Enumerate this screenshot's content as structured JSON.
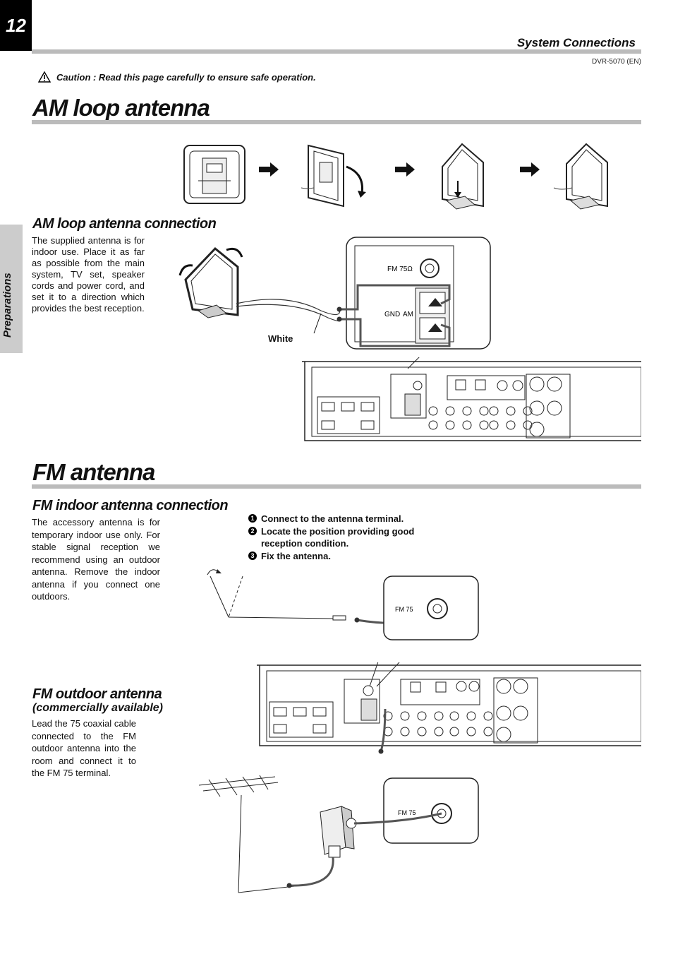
{
  "header": {
    "page_number": "12",
    "section": "System Connections",
    "model": "DVR-5070 (EN)",
    "caution": "Caution :   Read this page carefully to ensure safe operation."
  },
  "side_tab": "Preparations",
  "am": {
    "title": "AM loop antenna",
    "connection_title": "AM loop antenna connection",
    "body": "The supplied antenna is for indoor use. Place it as far as possible from the main system, TV set, speaker cords and power cord, and set it to a direction which provides the best reception.",
    "white_label": "White",
    "terminal_fm": "FM 75Ω",
    "terminal_gnd": "GND",
    "terminal_am": "AM"
  },
  "fm": {
    "title": "FM antenna",
    "indoor_title": "FM indoor antenna connection",
    "indoor_body": "The accessory antenna is for temporary indoor use only. For stable signal reception we recommend using an outdoor antenna. Remove the indoor antenna if you connect one outdoors.",
    "steps": [
      "Connect to the antenna terminal.",
      "Locate the position providing good reception condition.",
      "Fix the antenna."
    ],
    "step_nums": [
      "1",
      "2",
      "3"
    ],
    "outdoor_title": "FM outdoor antenna",
    "outdoor_subtitle": "(commercially available)",
    "outdoor_body": "Lead the 75     coaxial cable connected to the FM outdoor antenna into the room and connect it to the FM 75 terminal.",
    "fm75_label_1": "FM 75",
    "fm75_label_2": "FM 75"
  },
  "icons": [
    "warning-triangle-icon",
    "right-arrow-icon"
  ]
}
